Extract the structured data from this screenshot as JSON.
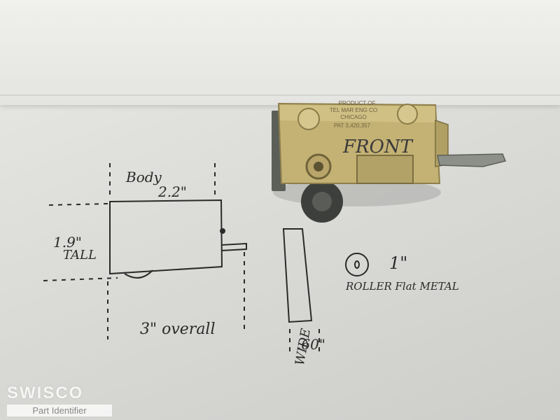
{
  "part_stamp": {
    "line1": "PRODUCT OF",
    "line2": "TEL MAR ENG CO",
    "line3": "CHICAGO",
    "line4": "PAT 3,420,357"
  },
  "handwriting": {
    "front": "FRONT",
    "body_label": "Body",
    "body_dim": "2.2\"",
    "height_dim": "1.9\"",
    "tall": "TALL",
    "overall": "3\" overall",
    "width_dim": ".60\"",
    "wide": "WIDE",
    "roller_dim": "1\"",
    "roller_note": "ROLLER Flat METAL"
  },
  "watermark": {
    "brand": "SWISCO",
    "subtitle": "Part Identifier"
  },
  "colors": {
    "brass": "#c9b67a",
    "ink": "#2a2a2a",
    "paper": "#e6e6e3"
  }
}
